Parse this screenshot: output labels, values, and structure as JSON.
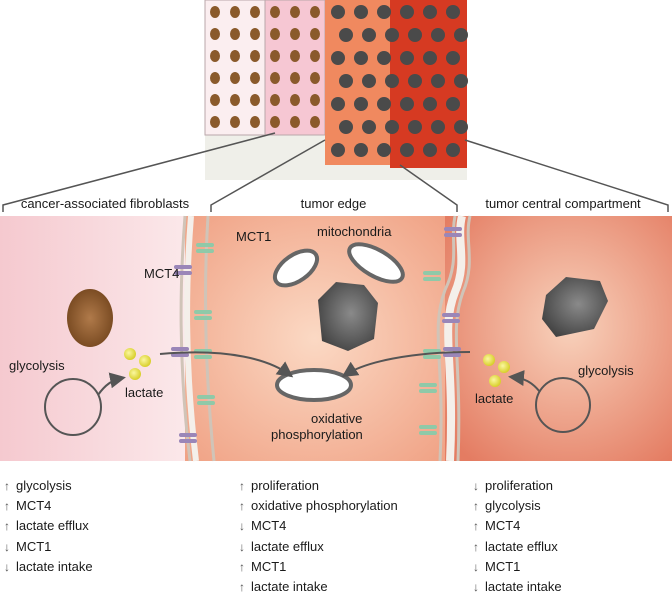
{
  "figure": {
    "headers": {
      "left": "cancer-associated fibroblasts",
      "middle": "tumor edge",
      "right": "tumor central compartment"
    },
    "labels": {
      "mct4": "MCT4",
      "mct1": "MCT1",
      "mitochondria": "mitochondria",
      "glycolysis_left": "glycolysis",
      "lactate_left": "lactate",
      "oxphos_line1": "oxidative",
      "oxphos_line2": "phosphorylation",
      "glycolysis_right": "glycolysis",
      "lactate_right": "lactate"
    },
    "colors": {
      "fibroblast_bg": "#f7d6da",
      "tumor_edge_bg": "#f2a98e",
      "tumor_core_bg": "#e8866c",
      "mct4_transporter": "#9a86b8",
      "mct1_transporter": "#8fc9a8",
      "lactate": "#e6e040",
      "nucleus_fibroblast": "#8a5a2b",
      "nucleus_tumor": "#5a5a5a"
    }
  },
  "summary": {
    "left": [
      {
        "dir": "up",
        "text": "glycolysis"
      },
      {
        "dir": "up",
        "text": "MCT4"
      },
      {
        "dir": "up",
        "text": "lactate efflux"
      },
      {
        "dir": "down",
        "text": "MCT1"
      },
      {
        "dir": "down",
        "text": "lactate intake"
      }
    ],
    "middle": [
      {
        "dir": "up",
        "text": "proliferation"
      },
      {
        "dir": "up",
        "text": "oxidative phosphorylation"
      },
      {
        "dir": "down",
        "text": "MCT4"
      },
      {
        "dir": "down",
        "text": "lactate efflux"
      },
      {
        "dir": "up",
        "text": "MCT1"
      },
      {
        "dir": "up",
        "text": "lactate intake"
      }
    ],
    "right": [
      {
        "dir": "down",
        "text": "proliferation"
      },
      {
        "dir": "up",
        "text": "glycolysis"
      },
      {
        "dir": "up",
        "text": "MCT4"
      },
      {
        "dir": "up",
        "text": "lactate efflux"
      },
      {
        "dir": "down",
        "text": "MCT1"
      },
      {
        "dir": "down",
        "text": "lactate intake"
      }
    ]
  }
}
